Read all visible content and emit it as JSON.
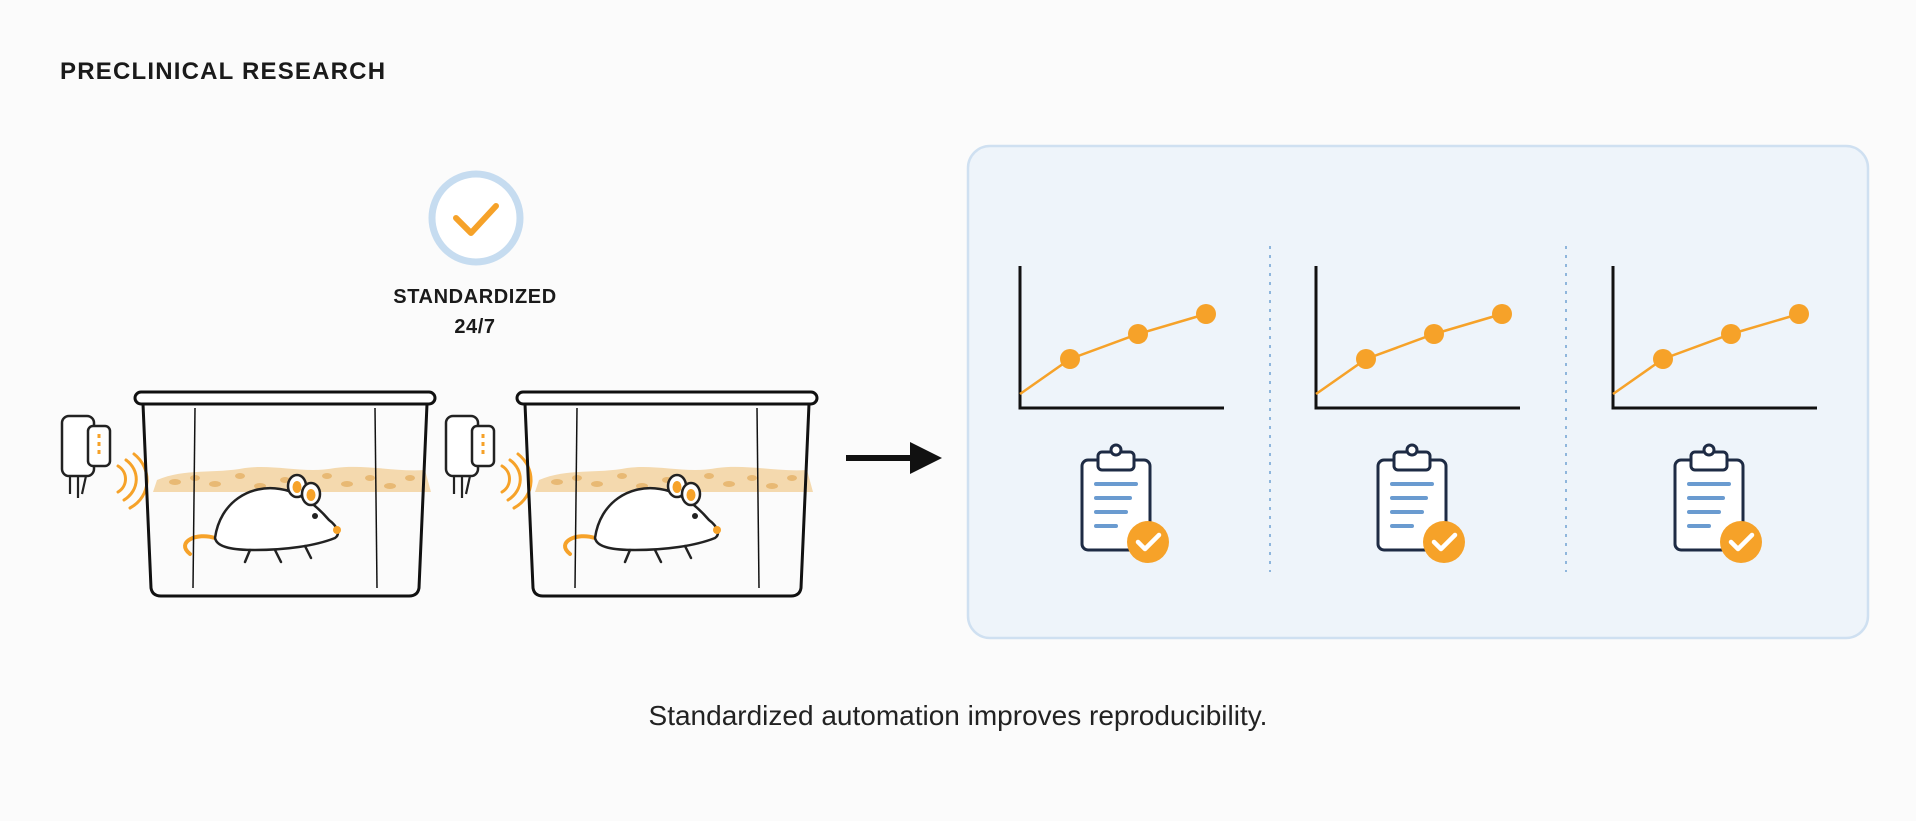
{
  "header": {
    "title": "PRECLINICAL RESEARCH"
  },
  "standardized": {
    "line1": "STANDARDIZED",
    "line2": "24/7"
  },
  "caption": "Standardized automation improves reproducibility.",
  "colors": {
    "accent": "#f6a229",
    "ink": "#111111",
    "panel_fill": "#eef4fa",
    "panel_stroke": "#cfe0f1",
    "ring": "#c6dcf0",
    "clipboard_line": "#6a9bd0",
    "bedding": "#f2cf9a"
  },
  "icons": [
    "check-ring-icon",
    "sensor-icon",
    "mouse-icon",
    "arrow-right-icon",
    "line-chart-icon",
    "clipboard-check-icon"
  ]
}
